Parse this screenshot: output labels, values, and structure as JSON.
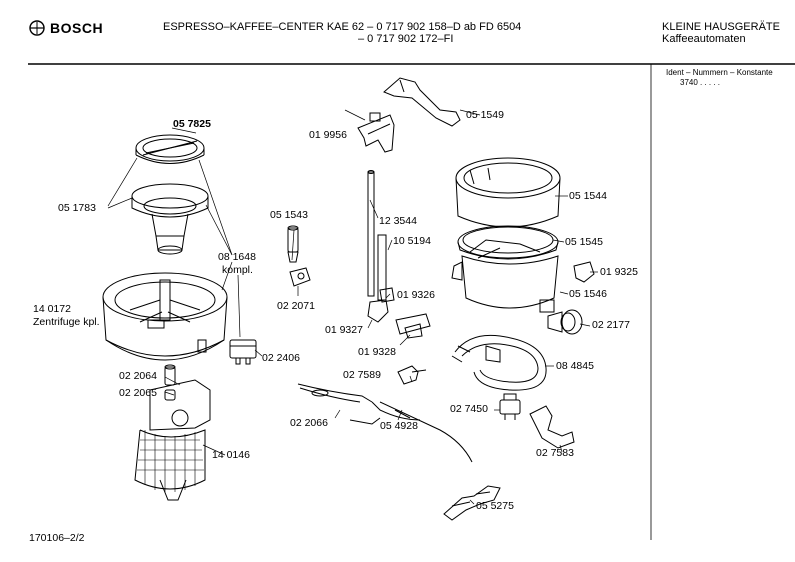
{
  "header": {
    "brand": "BOSCH",
    "title_line1": "ESPRESSO–KAFFEE–CENTER KAE 62  – 0 717 902 158–D ab FD 6504",
    "title_line2": "– 0 717 902 172–FI",
    "category_line1": "KLEINE HAUSGERÄTE",
    "category_line2": "Kaffeeautomaten"
  },
  "side_panel": {
    "ident_label": "Ident – Nummern – Konstante",
    "ident_value": "3740  .   .   .   .   ."
  },
  "footer": {
    "page_code": "170106–2/2"
  },
  "parts": {
    "p057825": "05 7825",
    "p051783": "05 1783",
    "p081648": "08 1648",
    "p081648_sub": "kompl.",
    "p140172": "14 0172",
    "p140172_sub": "Zentrifuge kpl.",
    "p022064": "02 2064",
    "p022065": "02 2065",
    "p140146": "14 0146",
    "p022406": "02 2406",
    "p019956": "01 9956",
    "p051549": "05 1549",
    "p051543": "05 1543",
    "p022071": "02 2071",
    "p123544": "12 3544",
    "p105194": "10 5194",
    "p019326": "01 9326",
    "p019327": "01 9327",
    "p019328": "01 9328",
    "p027589": "02 7589",
    "p022066": "02 2066",
    "p054928": "05 4928",
    "p051544": "05 1544",
    "p051545": "05 1545",
    "p019325": "01 9325",
    "p051546": "05 1546",
    "p022177": "02 2177",
    "p084845": "08 4845",
    "p027450": "02 7450",
    "p027583": "02 7583",
    "p055275": "05 5275"
  }
}
